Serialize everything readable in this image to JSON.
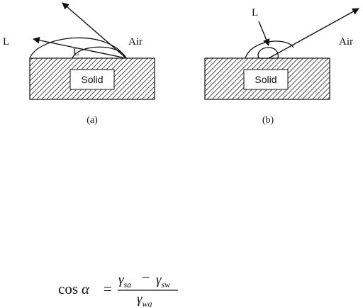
{
  "panel_a": {
    "label_L_outside": "L",
    "label_L_drop": "L",
    "label_air": "Air",
    "solid_label": "Solid",
    "caption": "(a)"
  },
  "panel_b": {
    "label_L": "L",
    "label_air": "Air",
    "solid_label": "Solid",
    "caption": "(b)"
  },
  "equation": {
    "lhs_func": "cos",
    "lhs_var": "α",
    "equals": "=",
    "gamma": "γ",
    "minus": "−",
    "sub_sa": "sa",
    "sub_sw": "sw",
    "sub_wa": "wa"
  }
}
